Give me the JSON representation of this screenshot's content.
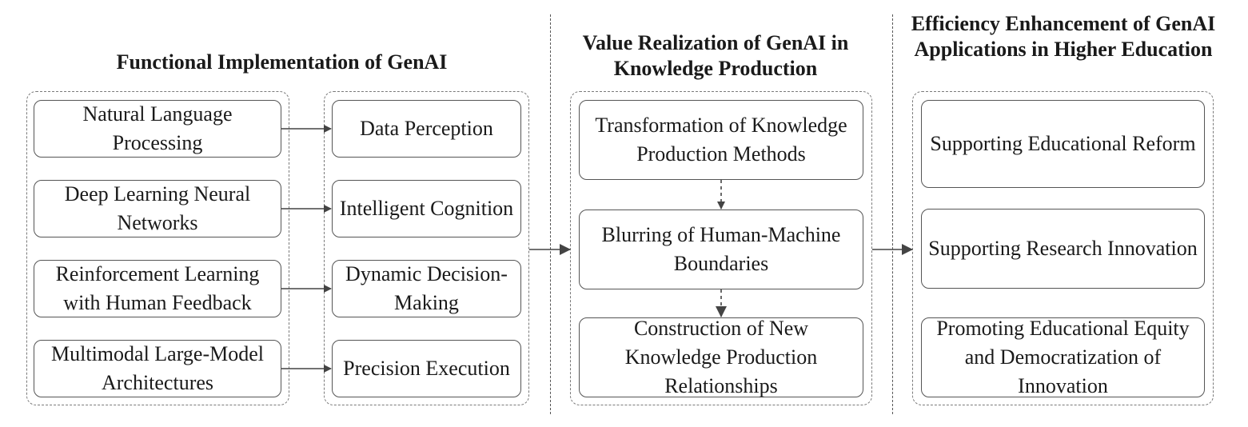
{
  "sections": [
    {
      "heading": "Functional Implementation of GenAI"
    },
    {
      "heading": "Value Realization of GenAI in Knowledge Production"
    },
    {
      "heading": "Efficiency Enhancement of GenAI Applications in Higher Education"
    }
  ],
  "technologies": [
    {
      "label": "Natural Language Processing"
    },
    {
      "label": "Deep Learning Neural Networks"
    },
    {
      "label": "Reinforcement Learning with Human Feedback"
    },
    {
      "label": "Multimodal Large-Model Architectures"
    }
  ],
  "functions": [
    {
      "label": "Data Perception"
    },
    {
      "label": "Intelligent Cognition"
    },
    {
      "label": "Dynamic Decision-Making"
    },
    {
      "label": "Precision Execution"
    }
  ],
  "values": [
    {
      "label": "Transformation of Knowledge Production Methods"
    },
    {
      "label": "Blurring of Human-Machine Boundaries"
    },
    {
      "label": "Construction of New Knowledge Production Relationships"
    }
  ],
  "enhancements": [
    {
      "label": "Supporting Educational Reform"
    },
    {
      "label": "Supporting Research Innovation"
    },
    {
      "label": "Promoting Educational Equity and Democratization of Innovation"
    }
  ]
}
